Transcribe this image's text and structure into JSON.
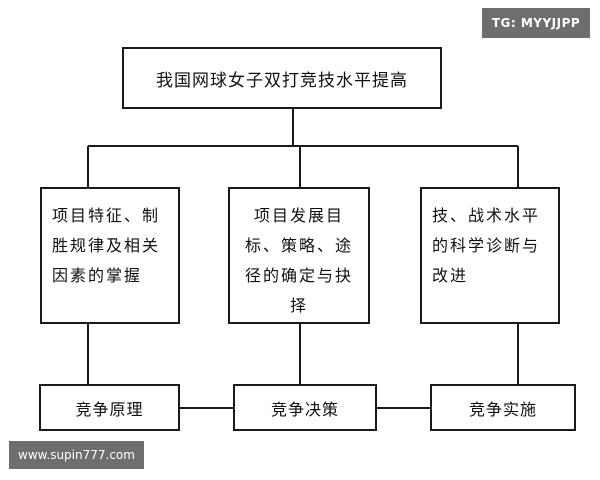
{
  "diagram": {
    "top": "我国网球女子双打竞技水平提高",
    "middle": [
      "项目特征、制胜规律及相关因素的掌握",
      "项目发展目标、策略、途径的确定与抉择",
      "技、战术水平的科学诊断与改进"
    ],
    "bottom": [
      "竞争原理",
      "竞争决策",
      "竞争实施"
    ]
  },
  "watermarks": {
    "tag": "TG: MYYJJPP",
    "site": "www.supin777.com"
  }
}
